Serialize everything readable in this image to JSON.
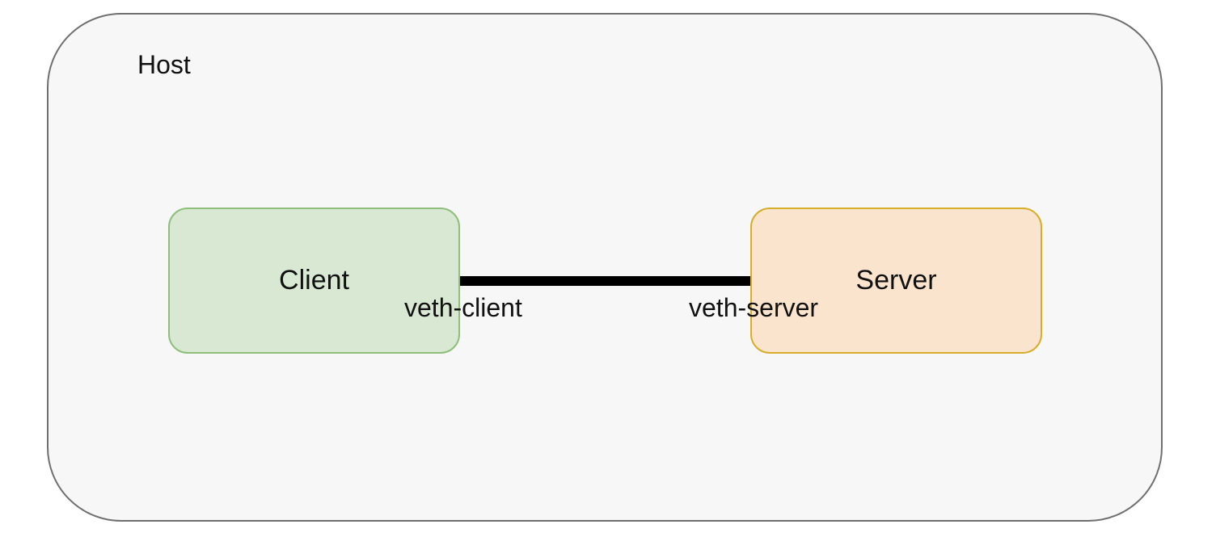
{
  "host": {
    "label": "Host"
  },
  "client": {
    "label": "Client",
    "interface": "veth-client",
    "fill_color": "#d9e8d3",
    "border_color": "#8fbf7a"
  },
  "server": {
    "label": "Server",
    "interface": "veth-server",
    "fill_color": "#fae4cd",
    "border_color": "#d8ad2a"
  },
  "link": {
    "color": "#000000"
  }
}
